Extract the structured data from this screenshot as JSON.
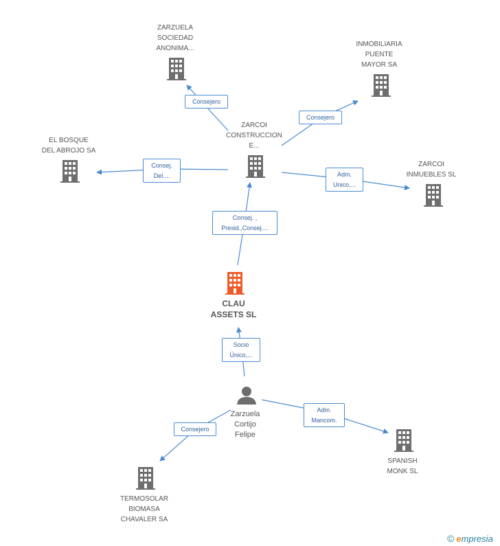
{
  "colors": {
    "company": "#6e6e6e",
    "main_company": "#f05a28",
    "person": "#6e6e6e",
    "edge": "#4a8ad0"
  },
  "nodes": {
    "zarzuela_sociedad": {
      "label": "ZARZUELA\nSOCIEDAD\nANONIMA...",
      "icon": "building-icon"
    },
    "inmobiliaria_puente": {
      "label": "INMOBILIARIA\nPUENTE\nMAYOR SA",
      "icon": "building-icon"
    },
    "zarcoi_construccion": {
      "label": "ZARCOI\nCONSTRUCCION\nE...",
      "icon": "building-icon"
    },
    "el_bosque": {
      "label": "EL BOSQUE\nDEL ABROJO SA",
      "icon": "building-icon"
    },
    "zarcoi_inmuebles": {
      "label": "ZARCOI\nINMUEBLES SL",
      "icon": "building-icon"
    },
    "clau_assets": {
      "label": "CLAU\nASSETS SL",
      "icon": "building-icon"
    },
    "zarzuela_cortijo": {
      "label": "Zarzuela\nCortijo\nFelipe",
      "icon": "person-icon"
    },
    "termosolar": {
      "label": "TERMOSOLAR\nBIOMASA\nCHAVALER SA",
      "icon": "building-icon"
    },
    "spanish_monk": {
      "label": "SPANISH\nMONK SL",
      "icon": "building-icon"
    }
  },
  "edges": {
    "zarcoi_to_zarzuela": "Consejero",
    "zarcoi_to_inmobiliaria": "Consejero",
    "zarcoi_to_bosque": "Consej.\nDel....",
    "zarcoi_to_inmuebles": "Adm.\nUnico,...",
    "clau_to_zarcoi": "Consej. ,\nPresid.,Consej....",
    "person_to_clau": "Socio\nÚnico,...",
    "person_to_termosolar": "Consejero",
    "person_to_spanish": "Adm.\nMancom."
  },
  "footer": {
    "copyright": "©",
    "brand_e": "e",
    "brand_rest": "mpresia"
  }
}
